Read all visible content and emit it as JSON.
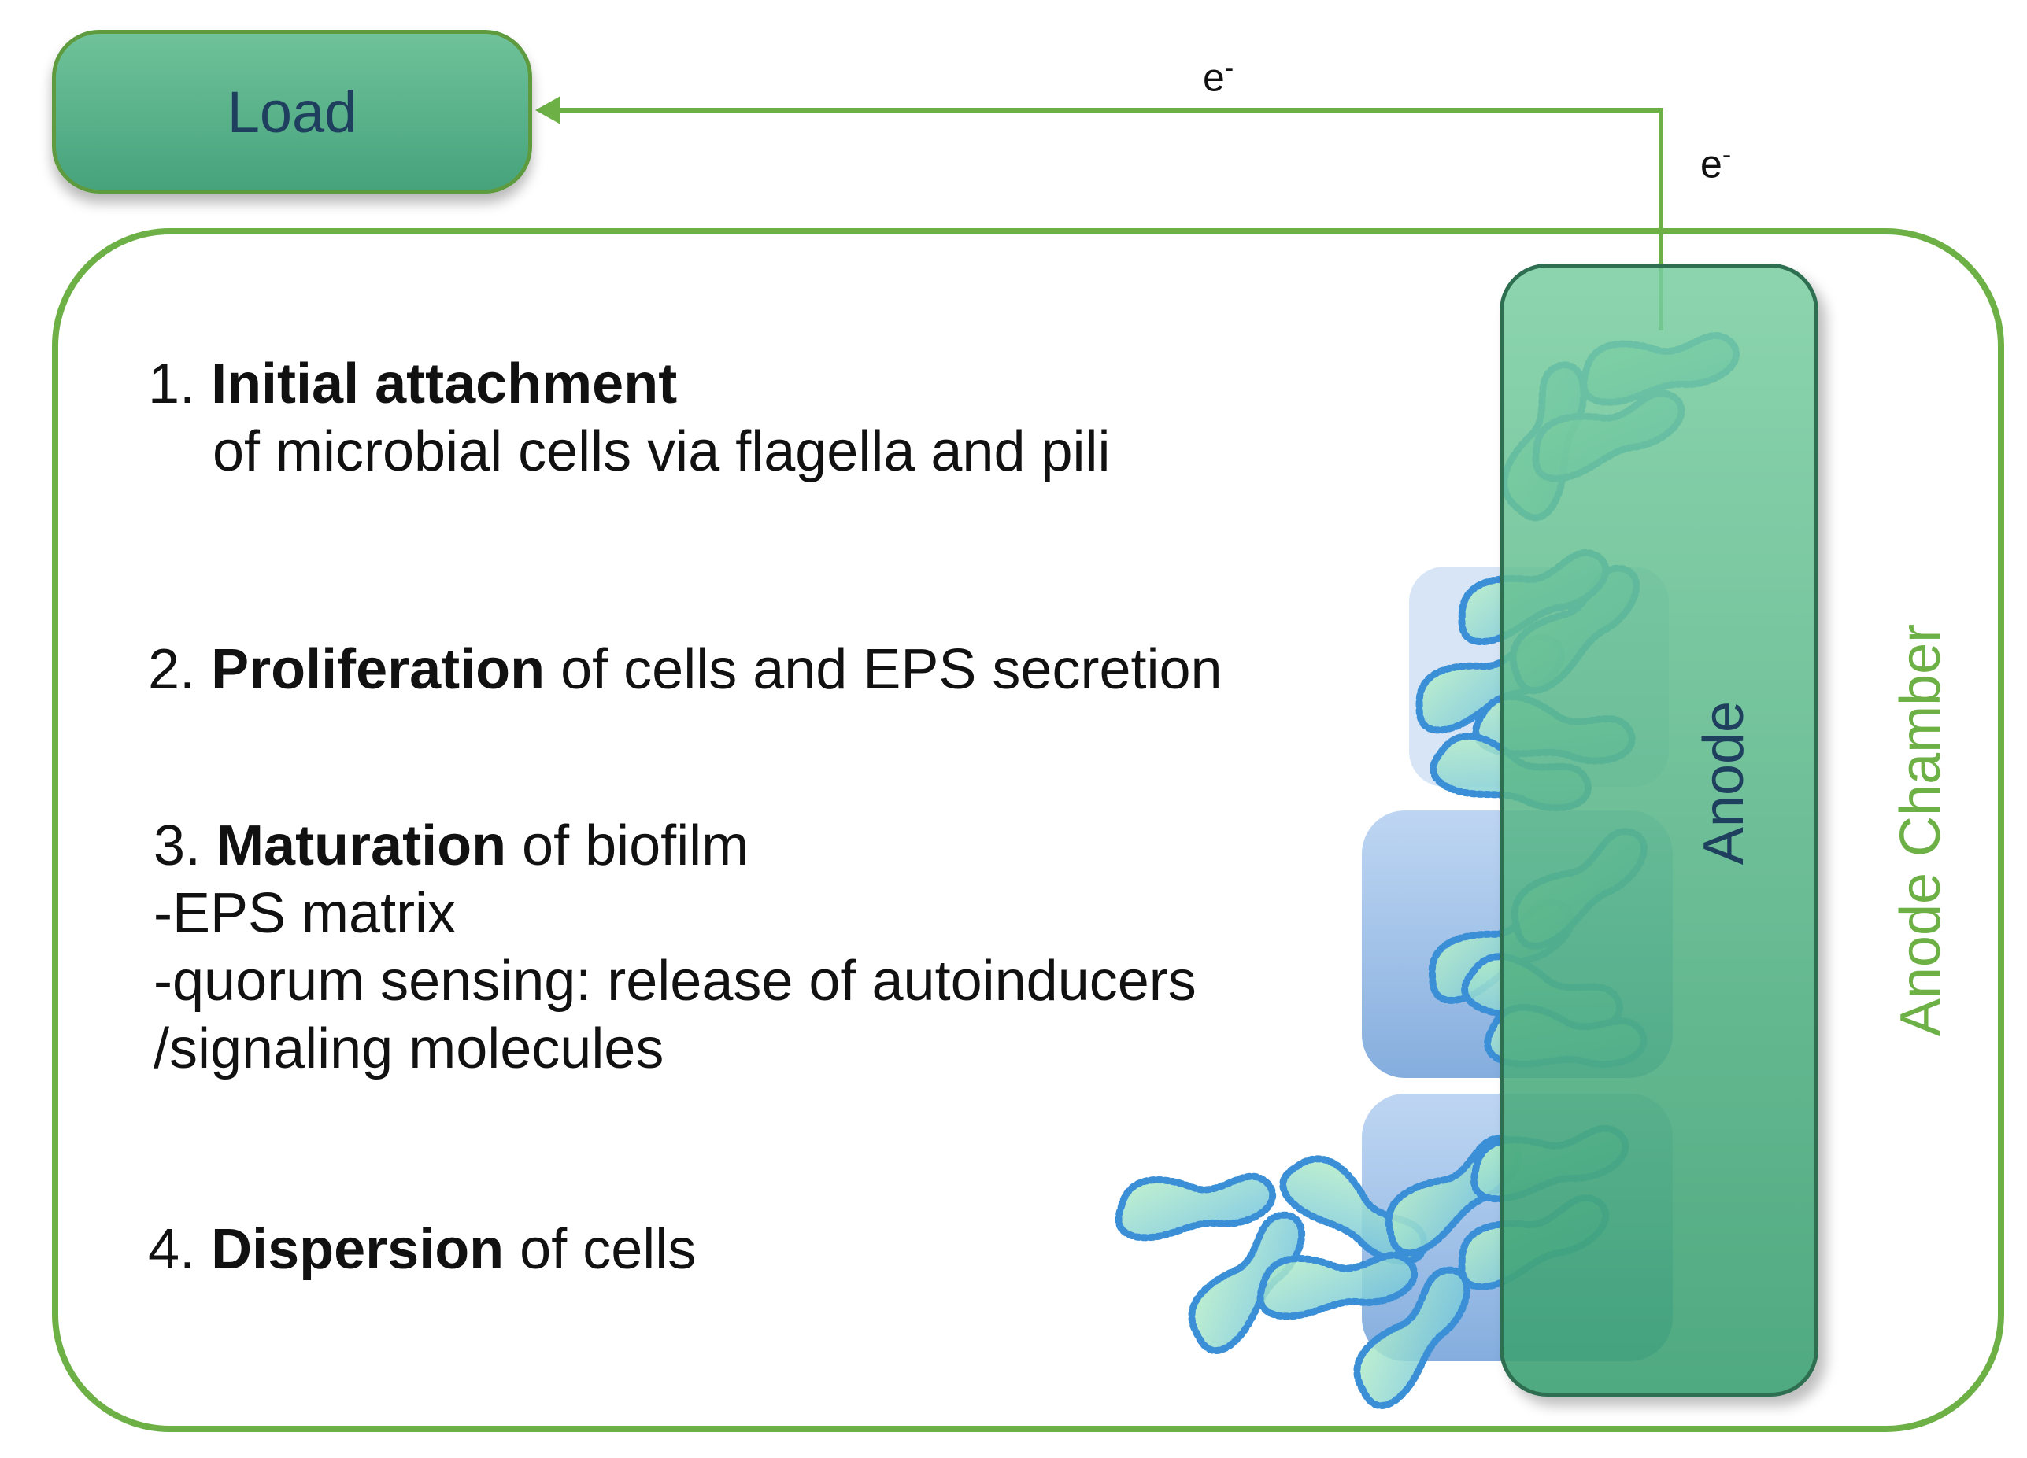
{
  "load": {
    "label": "Load"
  },
  "electron": {
    "base": "e",
    "sign": "-"
  },
  "anode": {
    "label": "Anode"
  },
  "chamber": {
    "label": "Anode Chamber"
  },
  "steps": [
    {
      "number": "1.",
      "title": "Initial attachment",
      "text": "",
      "detail": "of microbial cells via flagella and pili"
    },
    {
      "number": "2.",
      "title": "Proliferation",
      "text": " of cells and EPS secretion"
    },
    {
      "number": "3.",
      "title": "Maturation",
      "text": " of biofilm",
      "details": [
        "-EPS matrix",
        "-quorum sensing: release of autoinducers",
        "/signaling molecules"
      ]
    },
    {
      "number": "4.",
      "title": "Dispersion",
      "text": " of cells"
    }
  ],
  "colors": {
    "chamber_border": "#6cb046",
    "load_fill": "#5ab38b",
    "anode_fill": "#4fae82",
    "biofilm_fill": "#8fb9e4",
    "bacteria_outline": "#3a8fd6",
    "bacteria_fill": "#8fd9a9"
  }
}
